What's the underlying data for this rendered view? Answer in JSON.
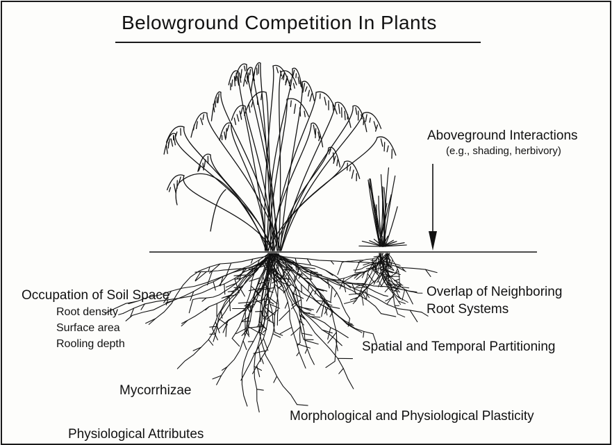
{
  "title": "Belowground Competition In Plants",
  "aboveground": {
    "title": "Aboveground Interactions",
    "subtitle": "(e.g., shading, herbivory)"
  },
  "overlap": {
    "line1": "Overlap of Neighboring",
    "line2": "Root Systems"
  },
  "occupation": {
    "title": "Occupation of Soil Space",
    "items": [
      "Root density",
      "Surface area",
      "Rooling depth"
    ]
  },
  "spatial": "Spatial and Temporal Partitioning",
  "mycorrhizae": "Mycorrhizae",
  "morphological": "Morphological and Physiological Plasticity",
  "physiological": "Physiological Attributes",
  "colors": {
    "ink": "#111111",
    "paper": "#fdfdfb",
    "border": "#1a1a1a"
  }
}
